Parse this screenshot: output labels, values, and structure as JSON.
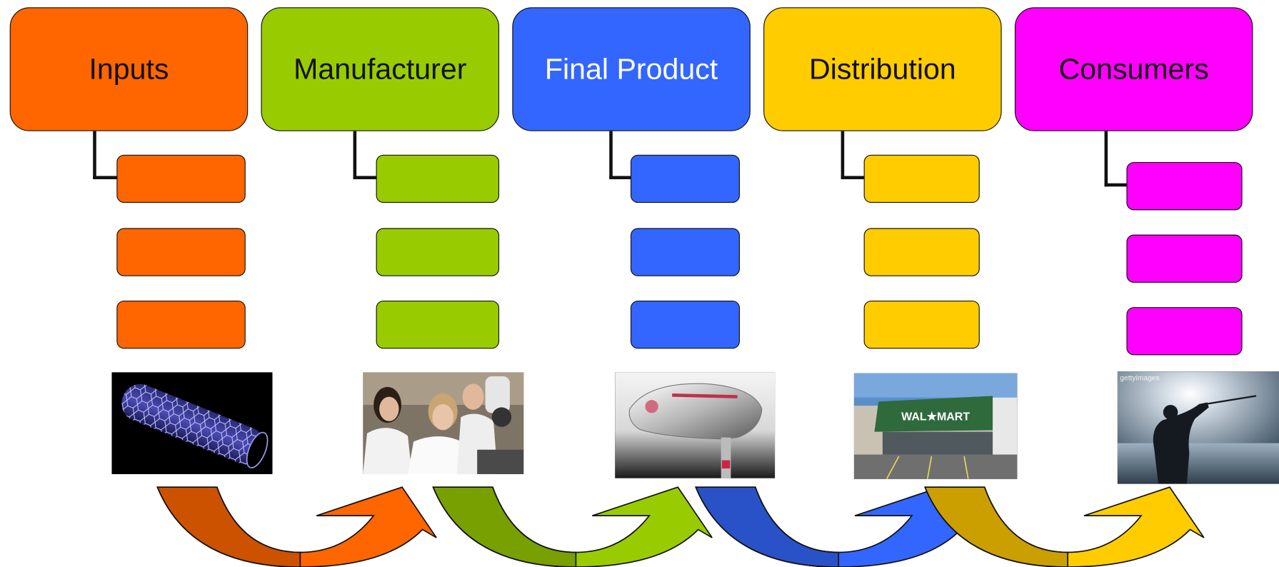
{
  "stages": [
    {
      "key": "inputs",
      "label": "Inputs",
      "color": "#ff6600",
      "text_color": "#111111",
      "image": "carbon-nanotube-image"
    },
    {
      "key": "manufacturer",
      "label": "Manufacturer",
      "color": "#99cc00",
      "text_color": "#111111",
      "image": "lab-scientists-image"
    },
    {
      "key": "final-product",
      "label": "Final Product",
      "color": "#3366ff",
      "text_color": "#ffffff",
      "image": "golf-driver-head-image"
    },
    {
      "key": "distribution",
      "label": "Distribution",
      "color": "#ffcc00",
      "text_color": "#111111",
      "image": "walmart-store-image"
    },
    {
      "key": "consumers",
      "label": "Consumers",
      "color": "#ff00ff",
      "text_color": "#111111",
      "image": "golfer-silhouette-image"
    }
  ],
  "store_sign": "WAL★MART",
  "photo_watermark": "gettyimages",
  "flow_arrows": [
    {
      "from": "inputs",
      "to": "manufacturer",
      "color": "#ff6600",
      "shade": "#cc5200"
    },
    {
      "from": "manufacturer",
      "to": "final-product",
      "color": "#99cc00",
      "shade": "#77a000"
    },
    {
      "from": "final-product",
      "to": "distribution",
      "color": "#3366ff",
      "shade": "#2a52c8"
    },
    {
      "from": "distribution",
      "to": "consumers",
      "color": "#ffcc00",
      "shade": "#cc9f00"
    }
  ]
}
